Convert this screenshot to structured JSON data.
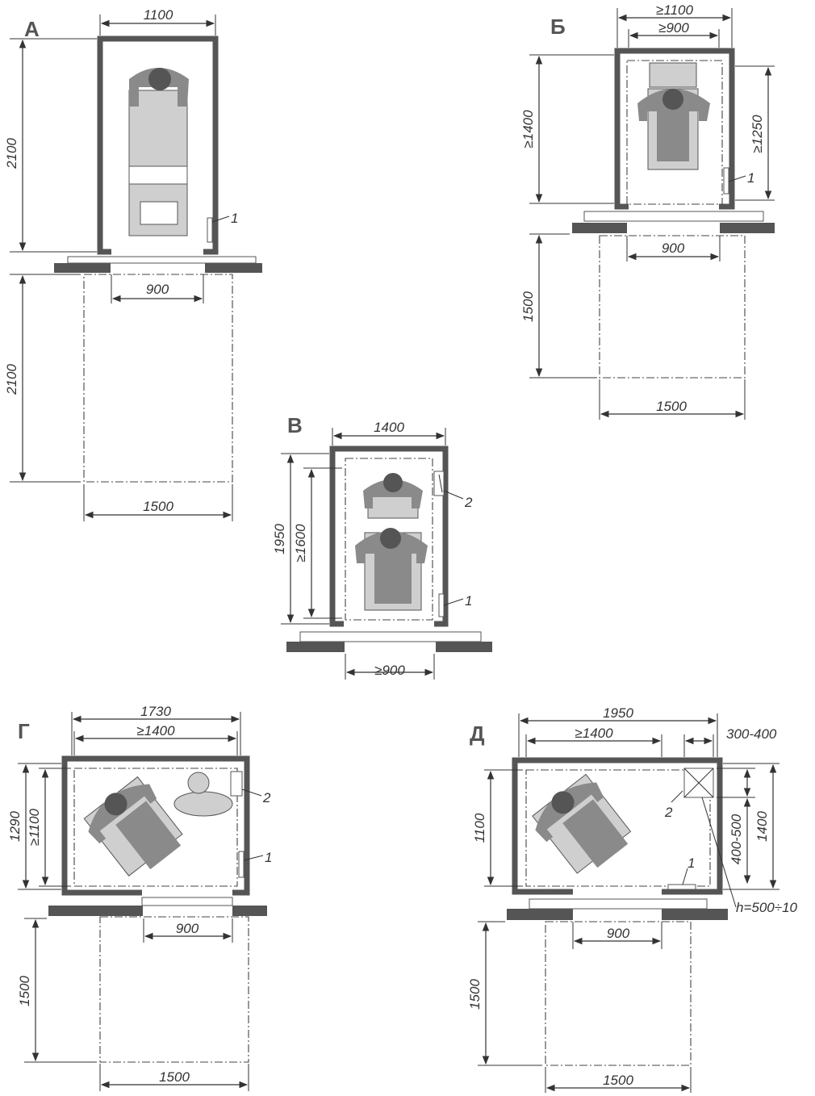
{
  "panels": {
    "a": {
      "letter": "А",
      "width_top": "1100",
      "depth_side": "2100",
      "door_width": "900",
      "approach_depth": "2100",
      "approach_width": "1500",
      "callout_button": "1"
    },
    "b": {
      "letter": "Б",
      "width_outer": "≥1100",
      "width_inner": "≥900",
      "depth_side": "≥1400",
      "depth_inner": "≥1250",
      "door_width": "900",
      "approach_depth": "1500",
      "approach_width": "1500",
      "callout_button": "1"
    },
    "v": {
      "letter": "В",
      "width_top": "1400",
      "depth_outer": "1950",
      "depth_inner": "≥1600",
      "door_width": "≥900",
      "callout_seat": "2",
      "callout_button": "1"
    },
    "g": {
      "letter": "Г",
      "width_outer": "1730",
      "width_inner": "≥1400",
      "depth_outer": "1290",
      "depth_inner": "≥1100",
      "door_width": "900",
      "approach_depth": "1500",
      "approach_width": "1500",
      "callout_seat": "2",
      "callout_button": "1"
    },
    "d": {
      "letter": "Д",
      "width_outer": "1950",
      "width_inner": "≥1400",
      "side_offset": "300-400",
      "depth_outer": "1100",
      "depth_right": "1400",
      "seat_range": "400-500",
      "seat_height": "h=500÷10",
      "door_width": "900",
      "approach_depth": "1500",
      "approach_width": "1500",
      "callout_seat": "2",
      "callout_button": "1"
    }
  }
}
